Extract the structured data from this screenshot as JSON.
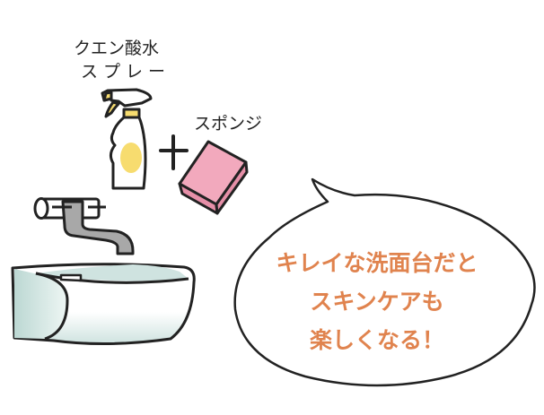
{
  "labels": {
    "spray_line1": "クエン酸水",
    "spray_line2": "スプレー",
    "sponge": "スポンジ"
  },
  "speech_bubble": {
    "lines": [
      "キレイな洗面台だと",
      "スキンケアも",
      "楽しくなる！"
    ]
  },
  "colors": {
    "text_orange": "#e0834e",
    "bottle_accent": "#f7dc6f",
    "sponge_pink": "#f2a9bd",
    "faucet_gray": "#a8a8a8",
    "sink_tint": "#cfe3e0"
  }
}
